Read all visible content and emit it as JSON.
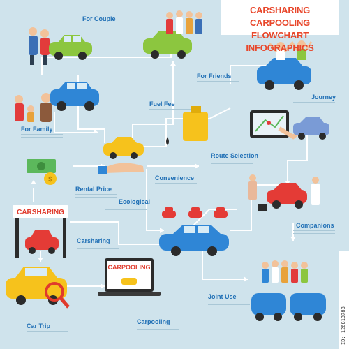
{
  "title": {
    "line1": "CARSHARING CARPOOLING",
    "line2": "FLOWCHART INFOGRAPHICS"
  },
  "labels": {
    "for_couple": "For Couple",
    "for_friends": "For Friends",
    "for_family": "For Family",
    "fuel_fee": "Fuel Fee",
    "journey": "Journey",
    "route_selection": "Route Selection",
    "convenience": "Convenience",
    "rental_price": "Rental Price",
    "ecological": "Ecological",
    "companions": "Companions",
    "carsharing": "Carsharing",
    "car_trip": "Car Trip",
    "carpooling": "Carpooling",
    "joint_use": "Joint Use"
  },
  "signs": {
    "carsharing_sign": "CARSHARING",
    "carpooling_screen": "CARPOOLING"
  },
  "stock_id": "ID: 126813788",
  "colors": {
    "background": "#cfe3ec",
    "label_blue": "#1f6fb5",
    "title_red": "#e8472b",
    "car_green": "#8cc63f",
    "car_blue": "#2f86d6",
    "car_yellow": "#f6c21c",
    "car_red": "#e43b36",
    "connector": "#ffffff"
  },
  "icons": [
    "money-icon",
    "coin-icon",
    "fuel-can-icon",
    "oil-drop-icon",
    "tablet-map-icon",
    "magnifier-icon",
    "laptop-icon",
    "hand-icon"
  ]
}
